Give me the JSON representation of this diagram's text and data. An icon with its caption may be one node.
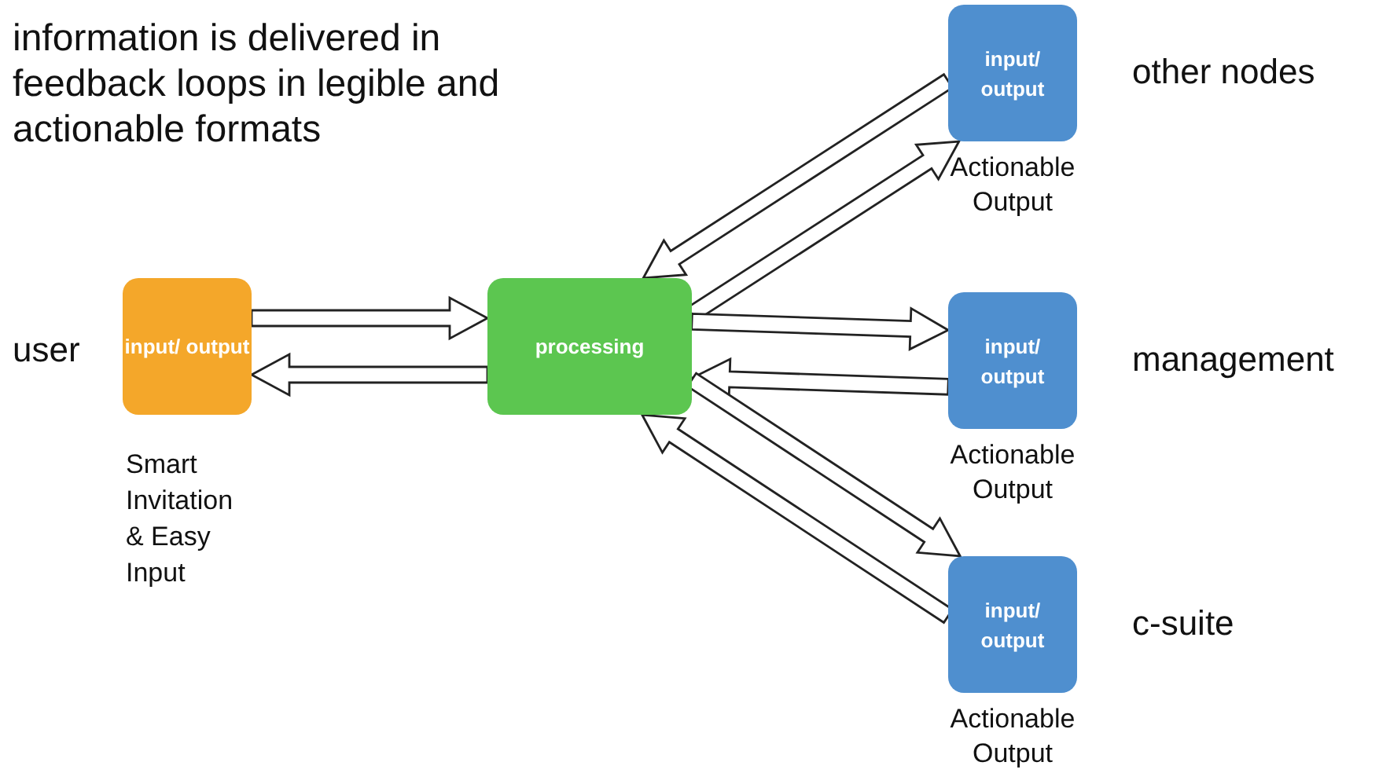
{
  "diagram": {
    "title": "information is delivered in feedback loops in legible and actionable formats",
    "nodes": [
      {
        "text": [
          "input/ output"
        ],
        "beside": [
          "user",
          "Smart Invitation & Easy Input"
        ]
      },
      {
        "text": [
          "processing"
        ]
      },
      {
        "text": [
          "input/ output"
        ],
        "beside": [
          "Actionable Output",
          "other nodes"
        ]
      },
      {
        "text": [
          "input/ output"
        ],
        "beside": [
          "Actionable Output",
          "management"
        ]
      },
      {
        "text": [
          "input/ output"
        ],
        "beside": [
          "Actionable Output",
          "c-suite"
        ]
      }
    ],
    "edges": [
      {
        "from": 1,
        "to": 0,
        "arrow": "to"
      },
      {
        "from": 0,
        "to": 1,
        "arrow": "to"
      },
      {
        "from": 2,
        "to": 1,
        "arrow": "to"
      },
      {
        "from": 1,
        "to": 2,
        "arrow": "to"
      },
      {
        "from": 3,
        "to": 1,
        "arrow": "to"
      },
      {
        "from": 1,
        "to": 3,
        "arrow": "to"
      },
      {
        "from": 4,
        "to": 1,
        "arrow": "to"
      },
      {
        "from": 1,
        "to": 4,
        "arrow": "to"
      }
    ]
  }
}
